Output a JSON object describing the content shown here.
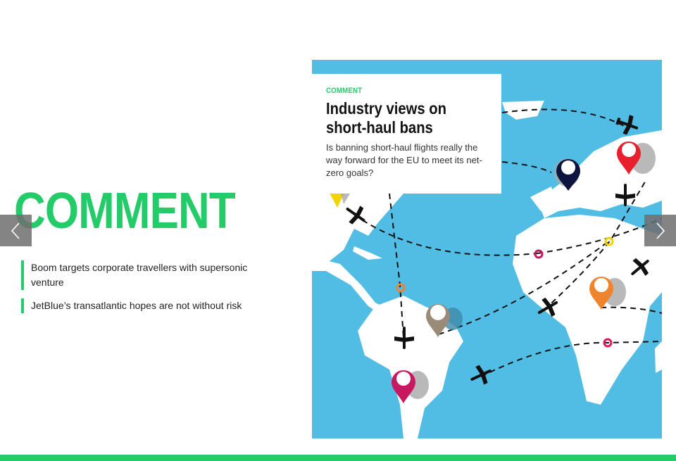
{
  "section": {
    "title": "COMMENT"
  },
  "headlines": [
    {
      "text": "Boom targets corporate travellers with supersonic venture"
    },
    {
      "text": "JetBlue’s transatlantic hopes are not without risk"
    }
  ],
  "featured": {
    "kicker": "COMMENT",
    "title": "Industry views on short-haul bans",
    "summary": "Is banning short-haul flights really the way forward for the EU to meet its net-zero goals?",
    "image": "world-map-flight-routes-illustration"
  },
  "carousel": {
    "prev_icon": "chevron-left-icon",
    "next_icon": "chevron-right-icon"
  },
  "colors": {
    "accent": "#23cb69",
    "map_ocean": "#52bde4",
    "pin_navy": "#0e1440",
    "pin_red": "#e8202e",
    "pin_orange": "#f0842c",
    "pin_magenta": "#c8185f",
    "pin_taupe": "#9a8a78",
    "pin_yellow": "#f2d500"
  }
}
